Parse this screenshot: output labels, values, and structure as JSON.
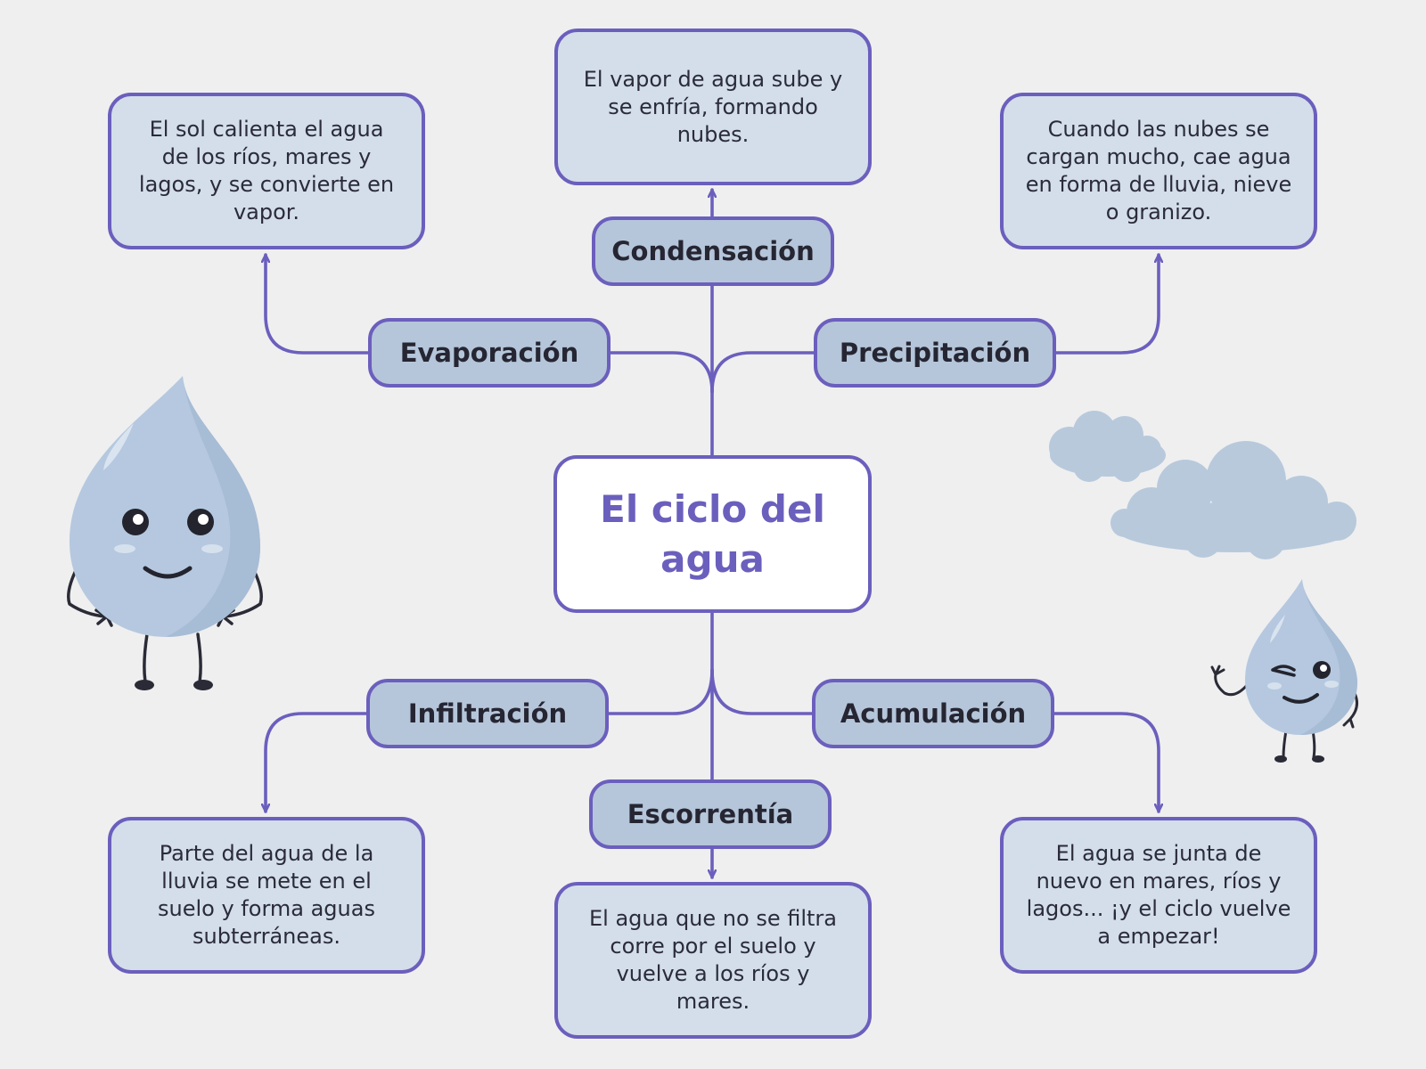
{
  "title": "El ciclo del agua",
  "stages": {
    "evaporacion": {
      "label": "Evaporación",
      "description": "El sol calienta el agua de los ríos, mares y lagos, y se convierte en vapor."
    },
    "condensacion": {
      "label": "Condensación",
      "description": "El vapor de agua sube y se enfría, formando nubes."
    },
    "precipitacion": {
      "label": "Precipitación",
      "description": "Cuando las nubes se cargan mucho, cae agua en forma de lluvia, nieve o granizo."
    },
    "infiltracion": {
      "label": "Infiltración",
      "description": "Parte del agua de la lluvia se mete en el suelo y forma aguas subterráneas."
    },
    "escorrentia": {
      "label": "Escorrentía",
      "description": "El agua que no se filtra corre por el suelo y vuelve a los ríos y mares."
    },
    "acumulacion": {
      "label": "Acumulación",
      "description": "El agua se junta de nuevo en mares, ríos y lagos... ¡y el ciclo vuelve a empezar!"
    }
  },
  "decorations": [
    "water-drop-character-smiling",
    "water-drop-character-winking",
    "cloud-icon"
  ],
  "colors": {
    "background": "#efeff0",
    "border": "#6b5fbd",
    "description_box": "#d3deea",
    "label_box": "#b6c6da",
    "title_text": "#6b5fbd",
    "drop": "#b5c8df",
    "cloud": "#b8c9dc"
  }
}
